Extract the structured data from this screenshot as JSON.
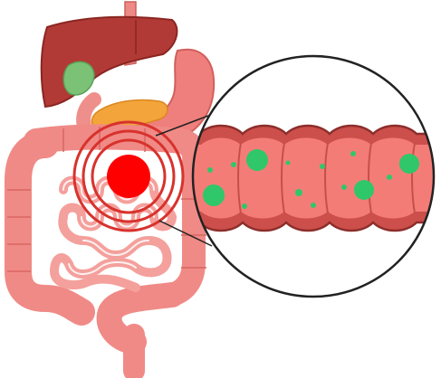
{
  "illustration": {
    "subject": "digestive-system-with-magnified-intestine",
    "colors": {
      "liver": "#b23a36",
      "gallbladder": "#7cc276",
      "pancreas": "#f3a43a",
      "stomach": "#ef7f7d",
      "intestine": "#f08a86",
      "intestine_dark": "#cc4f4b",
      "inflammation": "#ff0000",
      "bacteria": "#2fc76a",
      "lens_border": "#222222"
    },
    "icons": [
      "liver",
      "gallbladder",
      "pancreas",
      "stomach",
      "small-intestine",
      "large-intestine",
      "inflammation-target",
      "magnifier-lens",
      "bacteria"
    ]
  }
}
